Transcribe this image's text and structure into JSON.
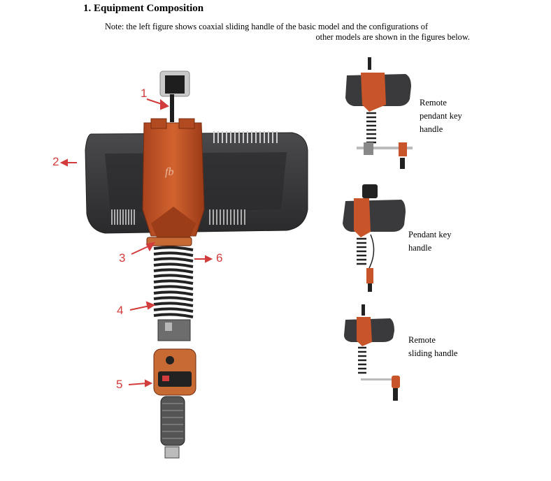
{
  "document": {
    "heading": "1. Equipment Composition",
    "note_line1": "Note: the left figure shows coaxial sliding handle of the basic model and the configurations of",
    "note_line2": "other models are shown in the figures below."
  },
  "main_figure": {
    "callouts": [
      "1",
      "2",
      "3",
      "4",
      "5",
      "6"
    ],
    "logo_text": "fb"
  },
  "variants": [
    {
      "line1": "Remote",
      "line2": "pendant key",
      "line3": "handle"
    },
    {
      "line1": "Pendant key",
      "line2": "handle"
    },
    {
      "line1": "Remote",
      "line2": "sliding handle"
    }
  ],
  "colors": {
    "orange": "#c8552a",
    "housing": "#3b3b3d",
    "callout_red": "#d33c3c"
  }
}
